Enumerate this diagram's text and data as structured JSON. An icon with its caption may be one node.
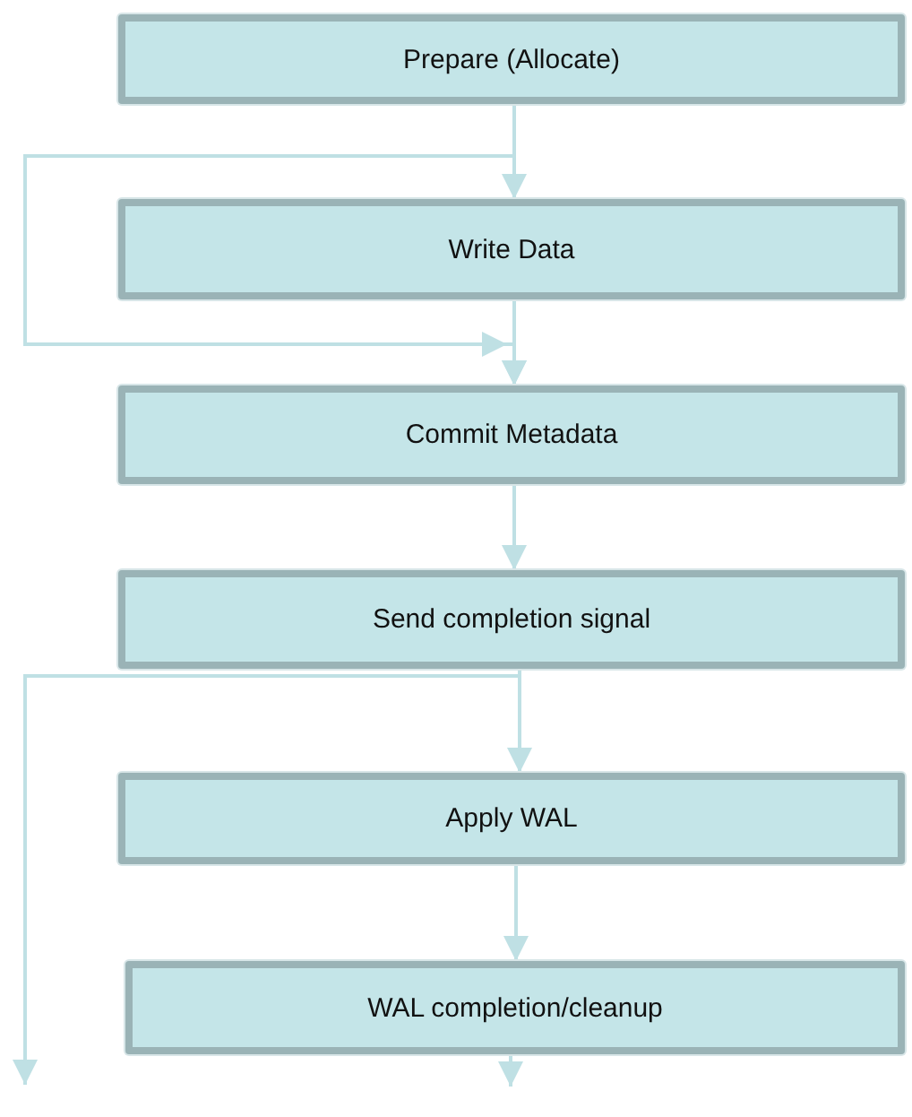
{
  "diagram": {
    "nodes": [
      {
        "text": [
          "Prepare (Allocate)"
        ]
      },
      {
        "text": [
          "Write Data"
        ]
      },
      {
        "text": [
          "Commit Metadata"
        ]
      },
      {
        "text": [
          "Send completion signal"
        ]
      },
      {
        "text": [
          "Apply WAL"
        ]
      },
      {
        "text": [
          "WAL completion/cleanup"
        ]
      }
    ],
    "edges": [
      {
        "from": 0,
        "to": 1,
        "arrow": "to"
      },
      {
        "from": 0,
        "to": 2,
        "arrow": "to"
      },
      {
        "from": 1,
        "to": 2,
        "arrow": "to"
      },
      {
        "from": 2,
        "to": 3,
        "arrow": "to"
      },
      {
        "from": 3,
        "to": 4,
        "arrow": "to"
      },
      {
        "from": 3,
        "to": null,
        "arrow": "to"
      },
      {
        "from": 4,
        "to": 5,
        "arrow": "to"
      },
      {
        "from": 5,
        "to": null,
        "arrow": "to"
      }
    ]
  }
}
